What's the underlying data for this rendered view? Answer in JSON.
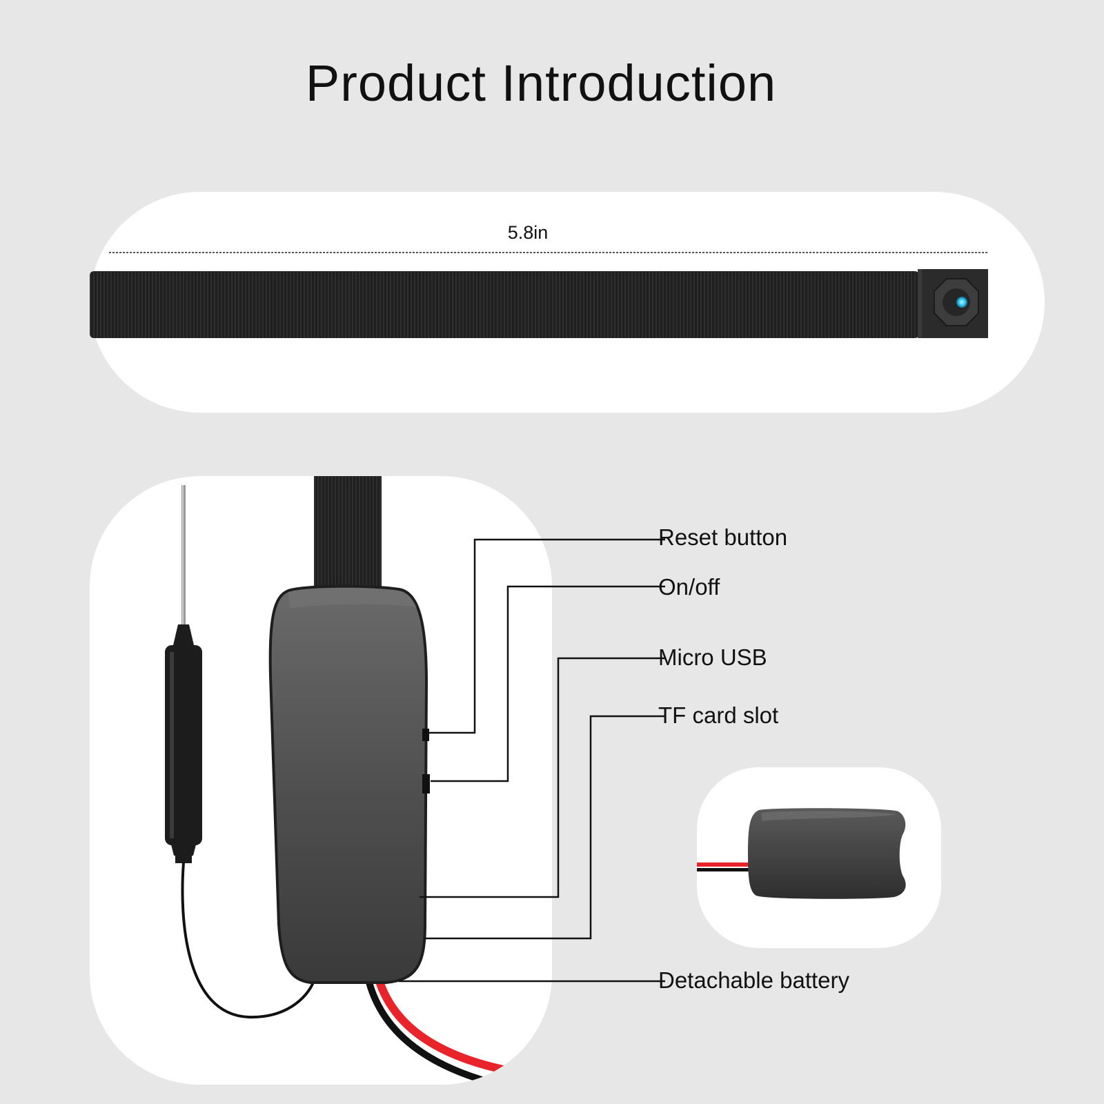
{
  "page": {
    "title": "Product Introduction",
    "background": "#e7e7e7"
  },
  "strip_panel": {
    "length_label": "5.8in"
  },
  "callouts": [
    {
      "label": "Reset button"
    },
    {
      "label": "On/off"
    },
    {
      "label": "Micro USB"
    },
    {
      "label": "TF card slot"
    },
    {
      "label": "Detachable battery"
    }
  ],
  "colors": {
    "panel": "#ffffff",
    "device": "#4a4a4a",
    "strap": "#1e1e1e",
    "wire_red": "#e8232a",
    "lens": "#3fd0ff"
  }
}
